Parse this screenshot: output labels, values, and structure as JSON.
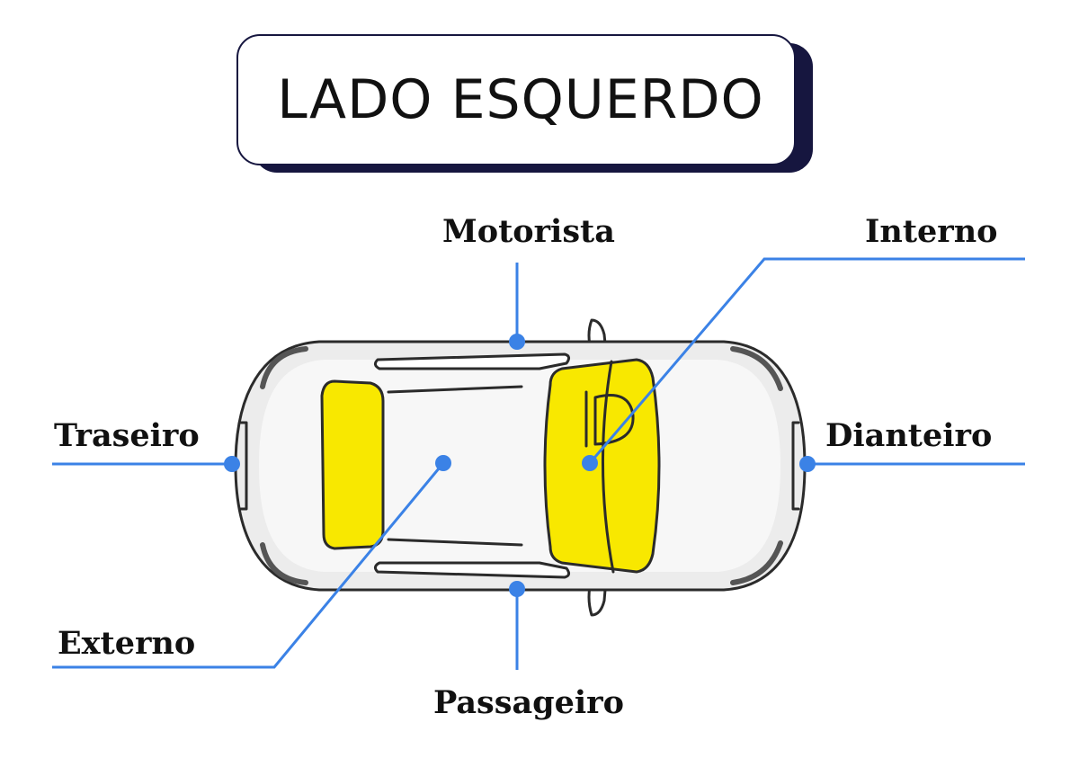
{
  "title": "LADO ESQUERDO",
  "labels": {
    "motorista": "Motorista",
    "interno": "Interno",
    "traseiro": "Traseiro",
    "dianteiro": "Dianteiro",
    "externo": "Externo",
    "passageiro": "Passageiro"
  },
  "colors": {
    "pointer": "#3b82e6",
    "glass": "#f8e800",
    "outline": "#2b2b2b",
    "title_shadow": "#16163f"
  }
}
